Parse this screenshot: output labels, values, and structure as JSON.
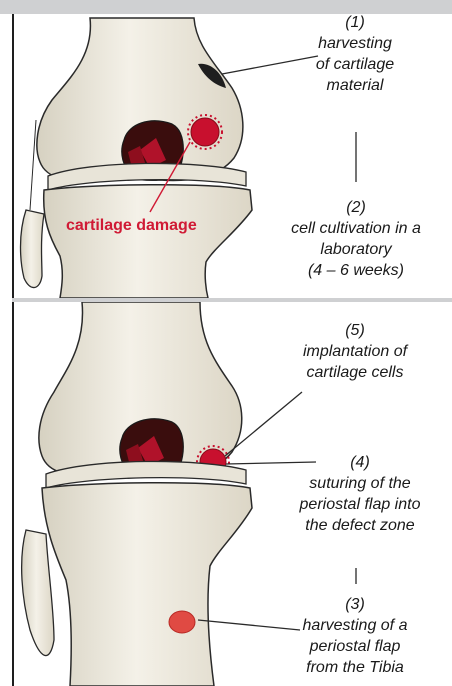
{
  "labels": {
    "step1": [
      "(1)",
      "harvesting",
      "of cartilage",
      "material"
    ],
    "step2": [
      "(2)",
      "cell cultivation in a",
      "laboratory",
      "(4 – 6 weeks)"
    ],
    "step5": [
      "(5)",
      "implantation of",
      "cartilage cells"
    ],
    "step4": [
      "(4)",
      "suturing of the",
      "periostal flap into",
      "the defect zone"
    ],
    "step3": [
      "(3)",
      "harvesting of a",
      "periostal flap",
      "from the Tibia"
    ],
    "damage": "cartilage damage"
  },
  "colors": {
    "bone": "#f1eee4",
    "bone_shade": "#d8d3c3",
    "outline": "#2a2a2a",
    "lesion": "#c8102e",
    "cavity": "#3a0d0d",
    "accent_text": "#d01a35",
    "header_bar": "#cfd0d2"
  }
}
